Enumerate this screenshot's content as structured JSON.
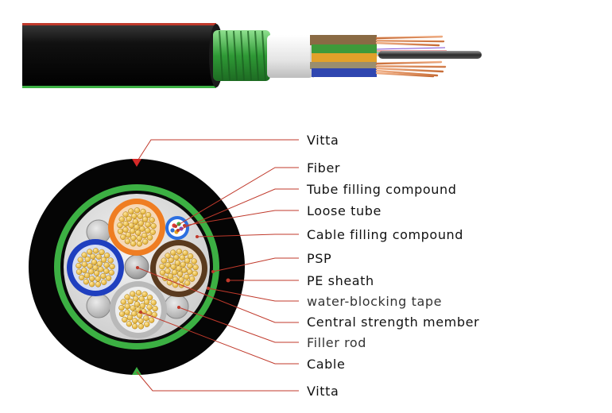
{
  "labels": [
    {
      "id": "vitta-top",
      "text": "Vitta"
    },
    {
      "id": "fiber",
      "text": "Fiber"
    },
    {
      "id": "tube-filling-compound",
      "text": "Tube filling compound"
    },
    {
      "id": "loose-tube",
      "text": "Loose tube"
    },
    {
      "id": "cable-filling-compound",
      "text": "Cable filling compound"
    },
    {
      "id": "psp",
      "text": "PSP"
    },
    {
      "id": "pe-sheath",
      "text": "PE sheath"
    },
    {
      "id": "water-blocking-tape",
      "text": "water-blocking tape"
    },
    {
      "id": "central-strength-member",
      "text": "Central strength member"
    },
    {
      "id": "filler-rod",
      "text": "Filler rod"
    },
    {
      "id": "cable",
      "text": "Cable"
    },
    {
      "id": "vitta-bottom",
      "text": "Vitta"
    }
  ],
  "colors": {
    "leader": "#c0392b",
    "sheath": "#0a0a0a",
    "psp_green": "#3cb043",
    "tube_orange": "#ef7d22",
    "tube_blue": "#1f3fbf",
    "tube_brown": "#5a3a1e",
    "tube_grey": "#b9b9b9",
    "copper_yellow": "#f2c94c"
  }
}
